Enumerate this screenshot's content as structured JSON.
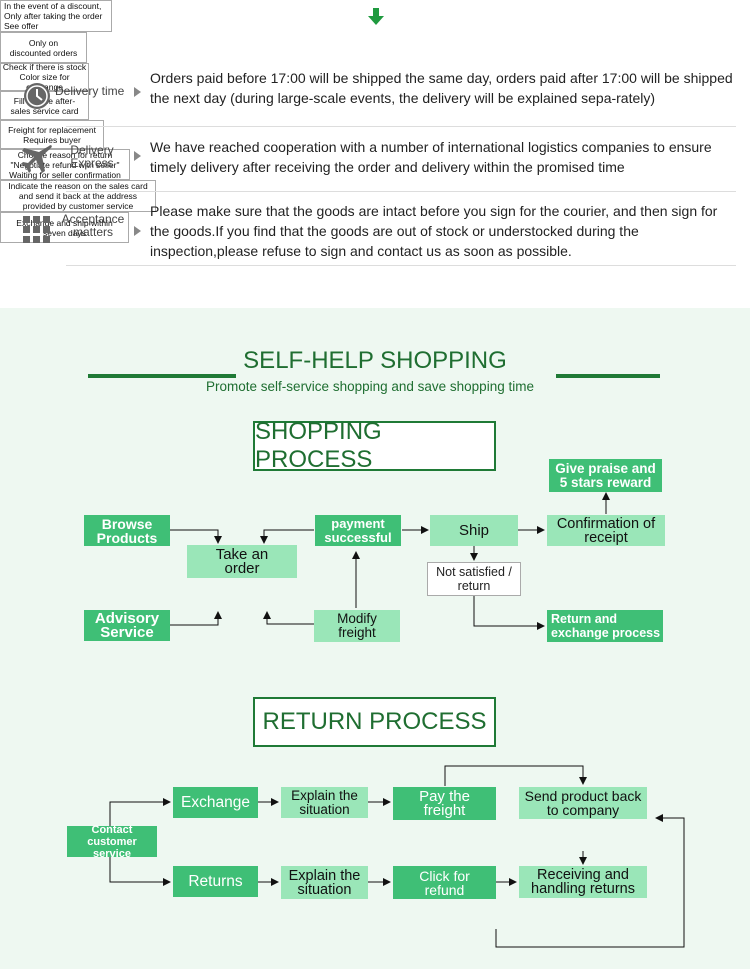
{
  "info": {
    "rows": [
      {
        "label": "Delivery time",
        "icon": "clock-icon",
        "text": "Orders paid before 17:00 will be shipped the same day, orders paid after 17:00 will be shipped the next day (during large-scale events, the delivery will be explained sepa-rately)"
      },
      {
        "label": "Delivery Express",
        "icon": "airplane-icon",
        "text": "We have reached cooperation with a number of international logistics companies to ensure timely delivery after receiving the order and delivery within the promised time"
      },
      {
        "label": "Acceptance matters",
        "icon": "grid-icon",
        "text": "Please make sure that the goods are intact before you sign for the courier, and then sign for the goods.If you find that the goods are out of stock or understocked during the inspection,please refuse to sign and contact us as soon as possible."
      }
    ]
  },
  "self_help": {
    "title": "SELF-HELP SHOPPING",
    "subtitle": "Promote self-service shopping and save shopping time"
  },
  "shopping": {
    "title": "SHOPPING PROCESS",
    "browse": "Browse Products",
    "advisory": "Advisory Service",
    "take_order": "Take an order",
    "take_order_note": "In the event of a discount, Only after taking the order See offer",
    "payment": "payment successful",
    "modify": "Modify freight",
    "modify_note": "Only on discounted orders",
    "ship": "Ship",
    "not_satisfied": "Not satisfied / return",
    "confirm": "Confirmation of receipt",
    "praise": "Give praise and 5 stars reward",
    "return_exchange": "Return and exchange process"
  },
  "returns": {
    "title": "RETURN PROCESS",
    "contact": "Contact customer service",
    "exchange": "Exchange",
    "returns_label": "Returns",
    "explain1": "Explain the situation",
    "explain1_note": "Check if there is stock Color size for exchange",
    "explain2": "Explain the situation",
    "explain2_note": "Fill out the after-sales service card",
    "pay": "Pay the freight",
    "pay_note": "Freight for replacement Requires buyer",
    "click": "Click for refund",
    "click_note": "Choose reason for return \"Negotiate refund with seller\" Waiting for seller confirmation",
    "send": "Send product back to company",
    "send_note": "Indicate the reason on the sales card and send it back at the address provided by customer service",
    "receive": "Receiving and handling returns",
    "receive_note": "Exchange and ship within seven days"
  },
  "colors": {
    "dark_green": "#3fbf76",
    "light_green": "#9ae6b8",
    "frame": "#1f7a36",
    "arrow_top": "#1f9a3f"
  }
}
